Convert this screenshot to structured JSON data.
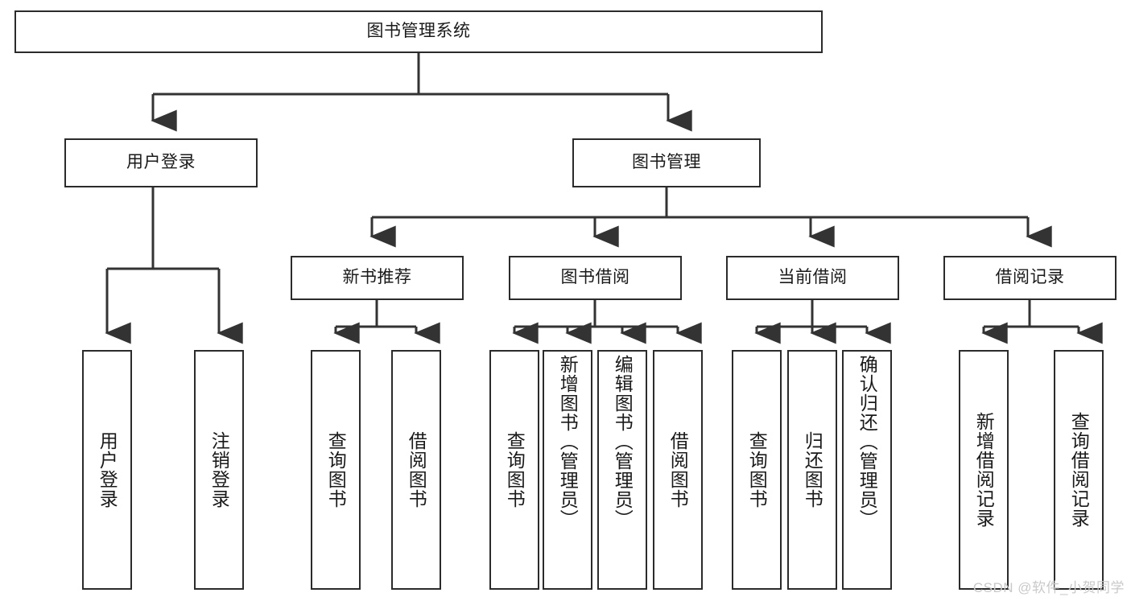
{
  "diagram": {
    "type": "tree",
    "title": "图书管理系统",
    "watermark": "CSDN @软件_小贺同学",
    "colors": {
      "box_border": "#2b2b2b",
      "box_fill": "#ffffff",
      "connector": "#333333",
      "text": "#1a1a1a",
      "watermark": "#c9c9c9",
      "background": "#ffffff"
    },
    "root": {
      "label": "图书管理系统"
    },
    "level1": [
      {
        "label": "用户登录"
      },
      {
        "label": "图书管理"
      }
    ],
    "level2": [
      {
        "label": "新书推荐"
      },
      {
        "label": "图书借阅"
      },
      {
        "label": "当前借阅"
      },
      {
        "label": "借阅记录"
      }
    ],
    "leaves": {
      "user_login": [
        {
          "label": "用户登录"
        },
        {
          "label": "注销登录"
        }
      ],
      "new_book_recommend": [
        {
          "label": "查询图书"
        },
        {
          "label": "借阅图书"
        }
      ],
      "book_borrow": [
        {
          "label": "查询图书"
        },
        {
          "label": "新增图书（管理员）"
        },
        {
          "label": "编辑图书（管理员）"
        },
        {
          "label": "借阅图书"
        }
      ],
      "current_borrow": [
        {
          "label": "查询图书"
        },
        {
          "label": "归还图书"
        },
        {
          "label": "确认归还（管理员）"
        }
      ],
      "borrow_records": [
        {
          "label": "新增借阅记录"
        },
        {
          "label": "查询借阅记录"
        }
      ]
    }
  }
}
